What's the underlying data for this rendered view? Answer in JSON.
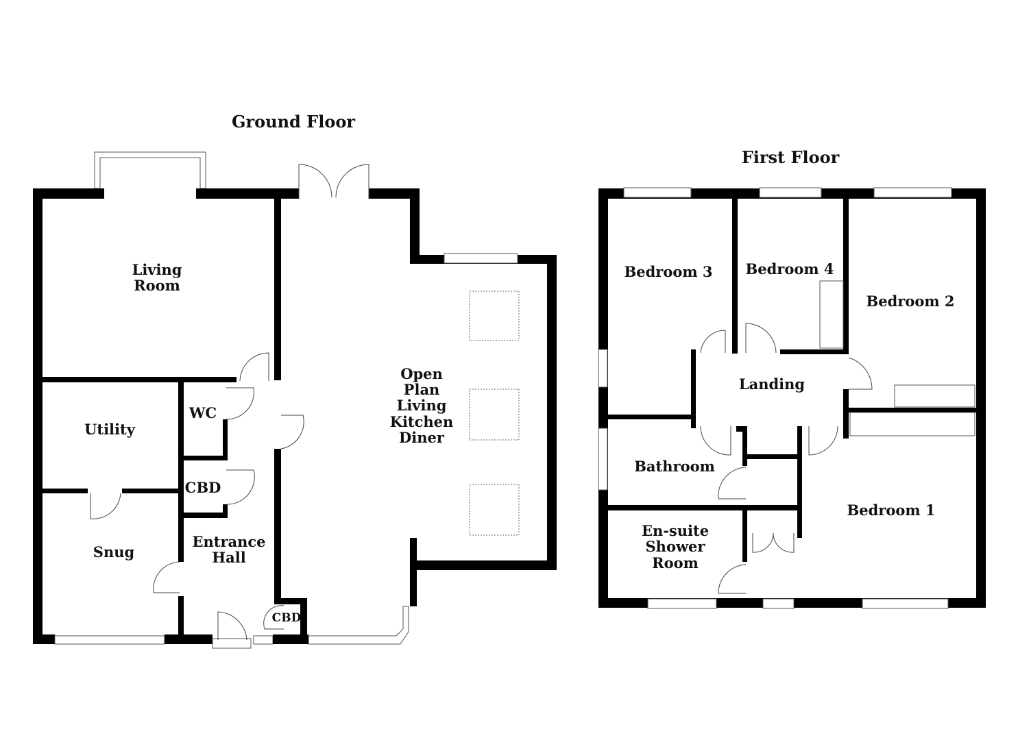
{
  "ground_floor": {
    "title": "Ground Floor",
    "rooms": {
      "living_room": [
        "Living",
        "Room"
      ],
      "kitchen": [
        "Open",
        "Plan",
        "Living",
        "Kitchen",
        "Diner"
      ],
      "utility": "Utility",
      "wc": "WC",
      "cbd_hall": "CBD",
      "snug": "Snug",
      "entrance_hall": [
        "Entrance",
        "Hall"
      ],
      "cbd_small": "CBD"
    }
  },
  "first_floor": {
    "title": "First Floor",
    "rooms": {
      "bedroom3": "Bedroom 3",
      "bedroom4": "Bedroom 4",
      "bedroom2": "Bedroom 2",
      "landing": "Landing",
      "bathroom": "Bathroom",
      "bedroom1": "Bedroom 1",
      "ensuite": [
        "En-suite",
        "Shower",
        "Room"
      ]
    }
  }
}
